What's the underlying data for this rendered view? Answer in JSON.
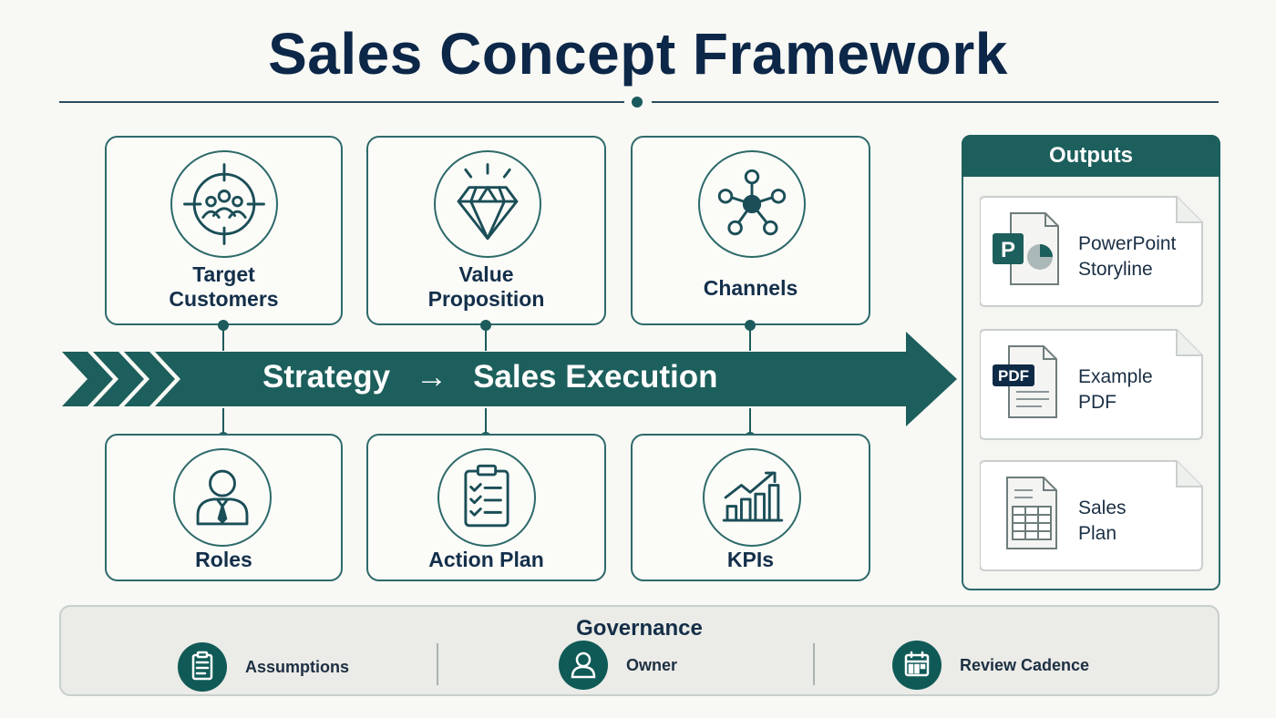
{
  "title": "Sales Concept Framework",
  "colors": {
    "teal": "#1c5f5c",
    "navy": "#0c2748",
    "background": "#f8f8f4"
  },
  "top_cards": [
    {
      "label_lines": [
        "Target",
        "Customers"
      ],
      "icon": "target-customers-icon"
    },
    {
      "label_lines": [
        "Value",
        "Proposition"
      ],
      "icon": "diamond-icon"
    },
    {
      "label_lines": [
        "Channels"
      ],
      "icon": "network-hub-icon"
    }
  ],
  "bottom_cards": [
    {
      "label": "Roles",
      "icon": "person-tie-icon"
    },
    {
      "label": "Action Plan",
      "icon": "clipboard-checklist-icon"
    },
    {
      "label": "KPIs",
      "icon": "bar-chart-trend-icon"
    }
  ],
  "banner": {
    "left": "Strategy",
    "arrow": "→",
    "right": "Sales Execution"
  },
  "outputs": {
    "title": "Outputs",
    "items": [
      {
        "label_lines": [
          "PowerPoint",
          "Storyline"
        ],
        "icon": "powerpoint-file-icon",
        "badge": "P"
      },
      {
        "label_lines": [
          "Example",
          "PDF"
        ],
        "icon": "pdf-file-icon",
        "badge": "PDF"
      },
      {
        "label_lines": [
          "Sales",
          "Plan"
        ],
        "icon": "spreadsheet-file-icon"
      }
    ]
  },
  "governance": {
    "title": "Governance",
    "items": [
      {
        "label": "Assumptions",
        "icon": "clipboard-icon"
      },
      {
        "label": "Owner",
        "icon": "user-icon"
      },
      {
        "label": "Review Cadence",
        "icon": "calendar-icon"
      }
    ]
  }
}
